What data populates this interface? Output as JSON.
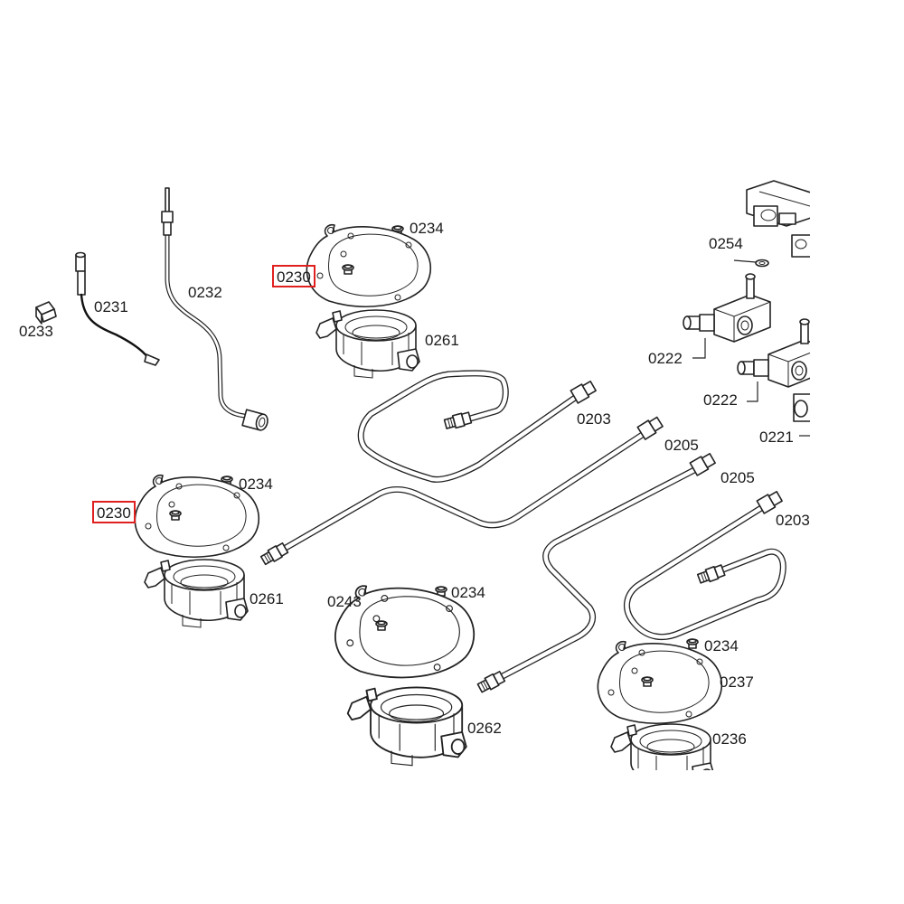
{
  "labels": {
    "l0234a": "0234",
    "l0230a": "0230",
    "l0261a": "0261",
    "l0232": "0232",
    "l0231": "0231",
    "l0233": "0233",
    "l0254": "0254",
    "l0222a": "0222",
    "l0222b": "0222",
    "l0221": "0221",
    "l0203a": "0203",
    "l0205a": "0205",
    "l0205b": "0205",
    "l0203b": "0203",
    "l0234b": "0234",
    "l0230b": "0230",
    "l0261b": "0261",
    "l0243": "0243",
    "l0234c": "0234",
    "l0262": "0262",
    "l0234d": "0234",
    "l0237": "0237",
    "l0236": "0236"
  },
  "highlight_color": "#e0201f"
}
